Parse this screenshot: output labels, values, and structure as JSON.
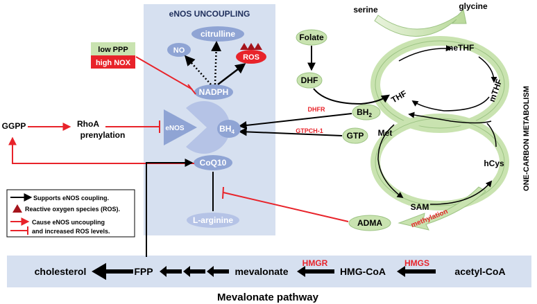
{
  "panels": {
    "enos_uncoupling_title": "eNOS UNCOUPLING",
    "one_carbon_title": "ONE-CARBON METABOLISM",
    "mevalonate_title": "Mevalonate pathway"
  },
  "enos": {
    "citrulline": "citrulline",
    "no": "NO",
    "ros": "ROS",
    "nadph": "NADPH",
    "enos": "eNOS",
    "bh4": "BH",
    "bh4_sub": "4",
    "coq10": "CoQ10",
    "larginine": "L-arginine"
  },
  "left": {
    "low_ppp": "low PPP",
    "high_nox": "high NOX",
    "ggpp": "GGPP",
    "rhoa_line1": "RhoA",
    "rhoa_line2": "prenylation"
  },
  "folate": {
    "folate": "Folate",
    "dhf": "DHF",
    "dhfr": "DHFR",
    "bh2": "BH",
    "bh2_sub": "2",
    "gtp": "GTP",
    "gtpch1": "GTPCH-1"
  },
  "one_carbon": {
    "serine": "serine",
    "glycine": "glycine",
    "methf": "meTHF",
    "mthf": "mTHF",
    "thf": "THF",
    "met": "Met",
    "hcys": "hCys",
    "sam": "SAM",
    "adma": "ADMA",
    "methylation": "methylation"
  },
  "legend": {
    "supports": "Supports eNOS coupling.",
    "ros": "Reactive oxygen species (ROS).",
    "cause_line1": "Cause eNOS uncoupling",
    "cause_line2": "and increased ROS levels."
  },
  "mevalonate": {
    "cholesterol": "cholesterol",
    "fpp": "FPP",
    "mevalonate": "mevalonate",
    "hmgr": "HMGR",
    "hmgcoa": "HMG-CoA",
    "hmgs": "HMGS",
    "acetylcoa": "acetyl-CoA"
  },
  "colors": {
    "panel_bg": "#d6e0f0",
    "blue_node": "#8fa4d4",
    "green_node": "#c9e3b0",
    "red": "#e8232a",
    "black": "#000000"
  }
}
